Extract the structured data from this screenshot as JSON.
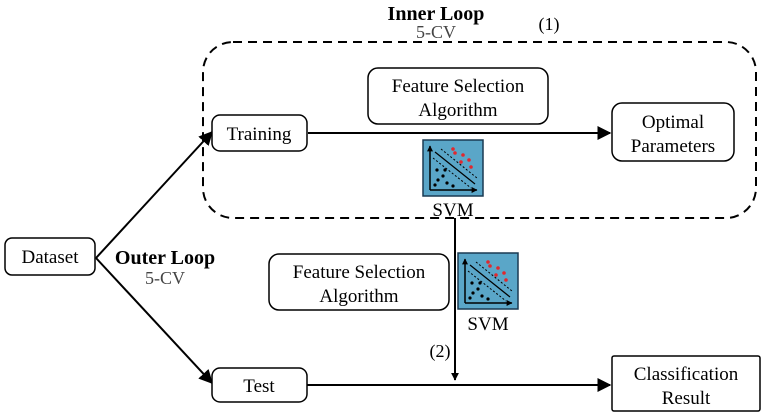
{
  "inner_loop": {
    "title": "Inner Loop",
    "cv": "5-CV",
    "marker": "(1)"
  },
  "outer_loop": {
    "title": "Outer Loop",
    "cv": "5-CV",
    "marker": "(2)"
  },
  "nodes": {
    "dataset": "Dataset",
    "training": "Training",
    "test": "Test",
    "fsa_inner": [
      "Feature Selection",
      "Algorithm"
    ],
    "fsa_outer": [
      "Feature Selection",
      "Algorithm"
    ],
    "optimal_params": [
      "Optimal",
      "Parameters"
    ],
    "classification_result": [
      "Classification",
      "Result"
    ],
    "svm_inner": "SVM",
    "svm_outer": "SVM"
  },
  "colors": {
    "svm_icon_fill": "#5aa6c8",
    "svm_icon_border": "#1a3a52",
    "svm_red_points": "#e0282e",
    "line": "#000000"
  }
}
